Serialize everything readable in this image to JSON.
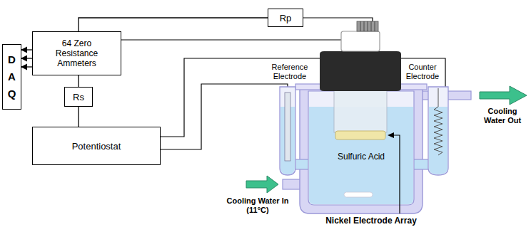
{
  "diagram": {
    "nodes": [
      {
        "text": [
          "D A Q"
        ]
      },
      {
        "text": [
          "64 Zero Resistance Ammeters"
        ]
      },
      {
        "text": [
          "Rp"
        ]
      },
      {
        "text": [
          "Rs"
        ]
      },
      {
        "text": [
          "Potentiostat"
        ]
      }
    ],
    "edges": [
      {
        "from": 1,
        "to": 0,
        "arrow": "to"
      },
      {
        "from": 1,
        "to": 0,
        "arrow": "to"
      },
      {
        "from": 1,
        "to": 0,
        "arrow": "to"
      },
      {
        "from": 1,
        "to": 2,
        "arrow": "none"
      },
      {
        "from": 1,
        "to": 3,
        "arrow": "none"
      },
      {
        "from": 3,
        "to": 4,
        "arrow": "none"
      }
    ],
    "labels": [
      "Reference Electrode",
      "Counter Electrode",
      "Cooling Water Out",
      "Sulfuric Acid",
      "Cooling Water In (11°C)",
      "Nickel Electrode Array"
    ]
  }
}
